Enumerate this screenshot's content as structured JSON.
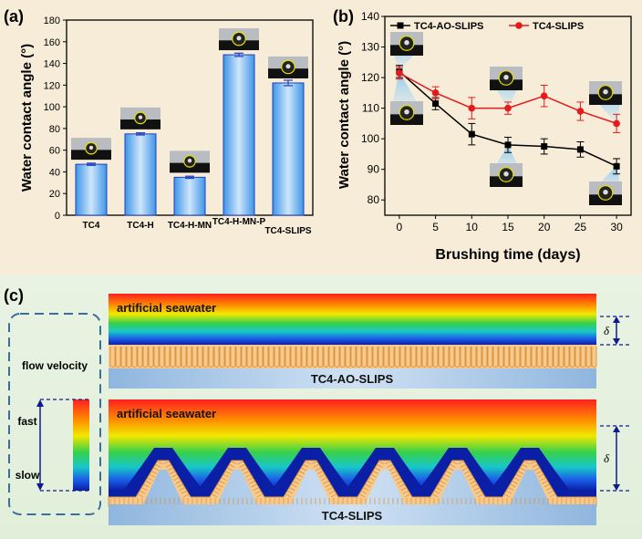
{
  "panel_labels": {
    "a": "(a)",
    "b": "(b)",
    "c": "(c)"
  },
  "colors": {
    "bar_fill_top": "#a9d3f7",
    "bar_fill_bottom": "#3d95e8",
    "bar_edge": "#1f3fbf",
    "series1": "#000000",
    "series2": "#e41a1c",
    "wall": "#f5be76",
    "substrate": "#a9c9e8"
  },
  "chart_data": [
    {
      "type": "bar",
      "categories": [
        "TC4",
        "TC4-H",
        "TC4-H-MN",
        "TC4-H-MN-P",
        "TC4-SLIPS"
      ],
      "values": [
        47,
        75,
        35,
        148,
        122
      ],
      "errors": [
        1,
        1,
        1,
        1.5,
        2.5
      ],
      "ylabel": "Water contact angle (°)",
      "ylim": [
        0,
        180
      ],
      "yticks": [
        0,
        20,
        40,
        60,
        80,
        100,
        120,
        140,
        160,
        180
      ],
      "legend": "none",
      "inset_icons": [
        "droplet-photo",
        "droplet-photo",
        "droplet-photo",
        "droplet-photo",
        "droplet-photo"
      ]
    },
    {
      "type": "line",
      "x": [
        0,
        5,
        10,
        15,
        20,
        25,
        30
      ],
      "xlabel": "Brushing time (days)",
      "ylabel": "Water contact angle (°)",
      "xlim": [
        -2,
        32
      ],
      "ylim": [
        75,
        140
      ],
      "xticks": [
        0,
        5,
        10,
        15,
        20,
        25,
        30
      ],
      "yticks": [
        80,
        90,
        100,
        110,
        120,
        130,
        140
      ],
      "legend_position": "top",
      "series": [
        {
          "name": "TC4-AO-SLIPS",
          "marker": "square",
          "color": "#000000",
          "values": [
            122,
            111.5,
            101.5,
            98,
            97.5,
            96.5,
            91
          ],
          "errors": [
            2,
            2,
            3.5,
            2.5,
            2.5,
            2.5,
            2.5
          ]
        },
        {
          "name": "TC4-SLIPS",
          "marker": "circle",
          "color": "#e41a1c",
          "values": [
            121.5,
            115,
            110,
            110,
            114,
            109,
            105
          ],
          "errors": [
            2,
            2,
            3.5,
            2,
            3.5,
            3,
            3
          ]
        }
      ]
    }
  ],
  "diagram": {
    "top_label": "artificial seawater",
    "top_substrate": "TC4-AO-SLIPS",
    "bottom_label": "artificial seawater",
    "bottom_substrate": "TC4-SLIPS",
    "delta": "δ",
    "legend_title": "flow velocity",
    "legend_fast": "fast",
    "legend_slow": "slow"
  }
}
